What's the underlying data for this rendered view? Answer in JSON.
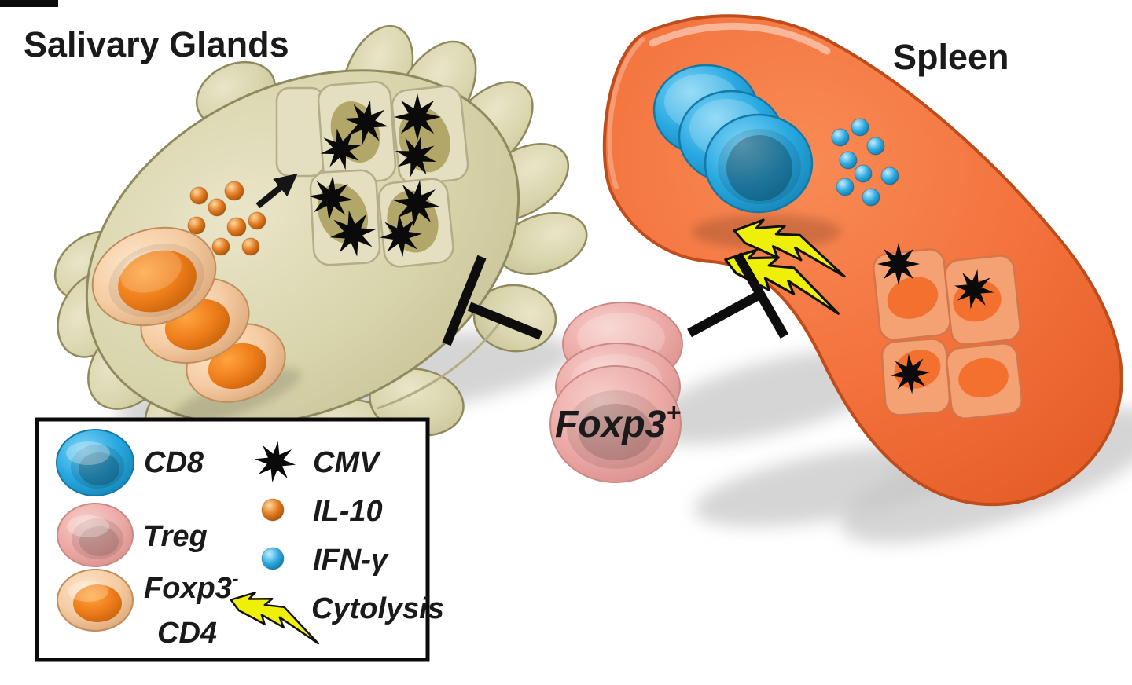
{
  "titles": {
    "left": "Salivary Glands",
    "right": "Spleen"
  },
  "center_cell": {
    "label_base": "Foxp3",
    "label_sup": "+"
  },
  "legend": {
    "cd8": "CD8",
    "treg": "Treg",
    "cd4_base": "Foxp3",
    "cd4_sup": "-",
    "cd4_line2": "CD4",
    "cmv": "CMV",
    "il10": "IL-10",
    "ifng": "IFN-γ",
    "cytolysis": "Cytolysis"
  },
  "icons": {
    "cd8_cell": "blue-cell-icon",
    "treg_cell": "pink-cell-icon",
    "cd4_cell": "orange-cell-icon",
    "cmv": "black-starburst-icon",
    "il10": "orange-dot-icon",
    "ifng": "blue-dot-icon",
    "cytolysis": "lightning-bolt-icon",
    "inhibition": "t-bar-inhibition-symbol",
    "arrow": "black-arrow-icon"
  },
  "colors": {
    "gland": "#d8d4ab",
    "gland_edge": "#8f8a5e",
    "spleen": "#f3713c",
    "spleen_edge": "#bf4c1b",
    "cd8": "#29a9e1",
    "treg": "#edaba7",
    "cd4_outer": "#f5cba2",
    "cd4_inner": "#ee7d1a",
    "il10": "#e0761a",
    "ifng": "#2aa9e0",
    "cmv": "#0a0a0a",
    "bolt": "#eff007",
    "text": "#1a1a1a"
  }
}
